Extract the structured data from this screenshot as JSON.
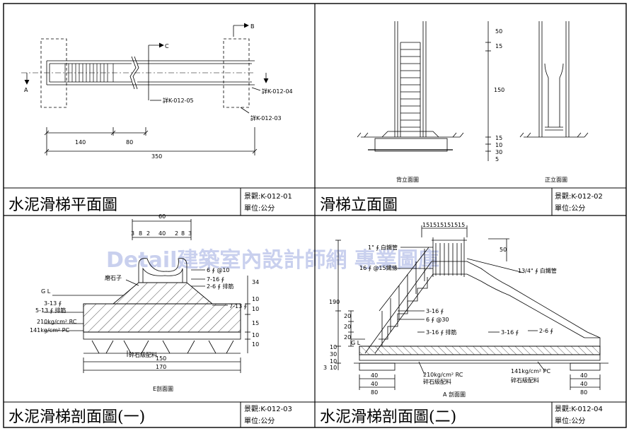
{
  "watermark": "Detail建築室內設計師網 專業圖庫",
  "panels": [
    {
      "title": "水泥滑梯平面圖",
      "code": "景觀:K-012-01",
      "unit": "單位:公分"
    },
    {
      "title": "滑梯立面圖",
      "code": "景觀:K-012-02",
      "unit": "單位:公分"
    },
    {
      "title": "水泥滑梯剖面圖(一)",
      "code": "景觀:K-012-03",
      "unit": "單位:公分"
    },
    {
      "title": "水泥滑梯剖面圖(二)",
      "code": "景觀:K-012-04",
      "unit": "單位:公分"
    }
  ],
  "plan": {
    "mark_a": "A",
    "mark_b": "B",
    "mark_c": "C",
    "ref_05": "詳K-012-05",
    "ref_04": "詳K-012-04",
    "ref_03": "詳K-012-03",
    "dim_140": "140",
    "dim_80": "80",
    "dim_350": "350"
  },
  "elevation": {
    "back_label": "背立面圖",
    "front_label": "正立面圖",
    "dims": [
      "50",
      "15",
      "150",
      "15",
      "10",
      "30",
      "5"
    ]
  },
  "section1": {
    "caption": "E剖面圖",
    "top_dims": [
      "3",
      "8",
      "2",
      "40",
      "2",
      "8",
      "3"
    ],
    "top_total": "60",
    "labels": {
      "terrazzo": "磨石子",
      "rebar_6": "6 ∮ @10",
      "rebar_7_16_top": "7-16 ∮",
      "rebar_2_6": "2-6 ∮ 排筋",
      "rebar_7_13": "7-13 ∮",
      "gl": "G L",
      "rebar_3_13": "3-13 ∮",
      "rebar_5_13": "5-13 ∮ 排筋",
      "rc": "210kg/cm² RC",
      "pc": "141kg/cm² PC",
      "gravel": "碎石級配料"
    },
    "side_dims": [
      "34",
      "10",
      "10",
      "15",
      "10",
      "10"
    ],
    "bottom_dims": [
      "150",
      "170"
    ]
  },
  "section2": {
    "caption": "A 剖面圖",
    "top_dims": [
      "15",
      "15",
      "15",
      "15",
      "15",
      "15"
    ],
    "labels": {
      "pipe_1": "1\" ∮ 白鐵管",
      "strip": "16 ∮ @15鐵條",
      "pipe_1_25": "13/4\" ∮ 白鐵管",
      "r3_16": "3-16 ∮",
      "r6_30": "6 ∮ @30",
      "r3_16_bar": "3-16 ∮ 排筋",
      "r3_16_b": "3-16 ∮",
      "r2_6": "2-6 ∮",
      "gl": "G L",
      "rc": "210kg/cm² RC",
      "gravel": "碎石級配料",
      "pc": "141kg/cm² PC",
      "gravel2": "碎石級配料"
    },
    "side_dims": [
      "190",
      "20",
      "20",
      "20",
      "10",
      "30",
      "10",
      "10",
      "3"
    ],
    "right_dim": "50",
    "bottom_dims": [
      "40",
      "40",
      "80",
      "40",
      "40",
      "80"
    ]
  }
}
